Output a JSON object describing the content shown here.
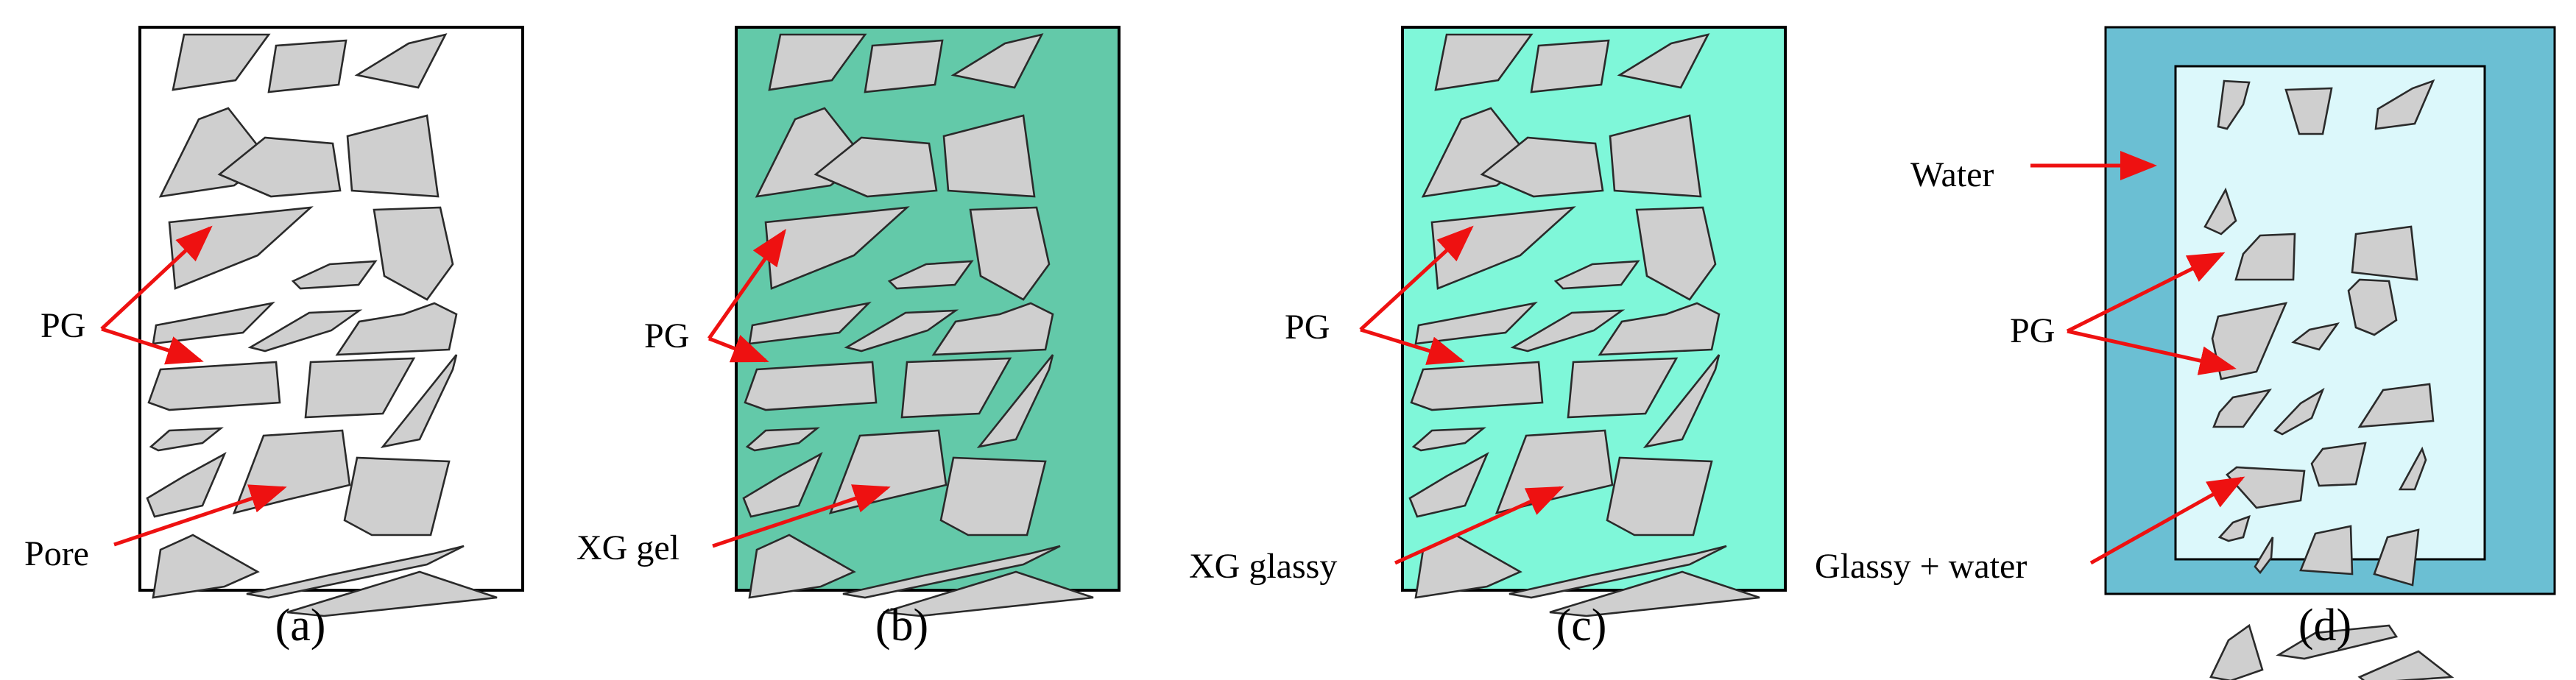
{
  "colors": {
    "panel_a_fill": "#ffffff",
    "panel_b_fill": "#63c9a9",
    "panel_c_fill": "#7ff7d9",
    "panel_d_outer": "#6bbfd3",
    "panel_d_inner": "#dcf8fb",
    "particle": "#cfcfcf",
    "arrow": "#ee1111"
  },
  "panels": [
    {
      "caption": "(a)",
      "labels": {
        "pg": "PG",
        "bottom": "Pore"
      }
    },
    {
      "caption": "(b)",
      "labels": {
        "pg": "PG",
        "bottom": "XG gel"
      }
    },
    {
      "caption": "(c)",
      "labels": {
        "pg": "PG",
        "bottom": "XG glassy"
      }
    },
    {
      "caption": "(d)",
      "labels": {
        "top": "Water",
        "pg": "PG",
        "bottom": "Glassy + water"
      }
    }
  ]
}
